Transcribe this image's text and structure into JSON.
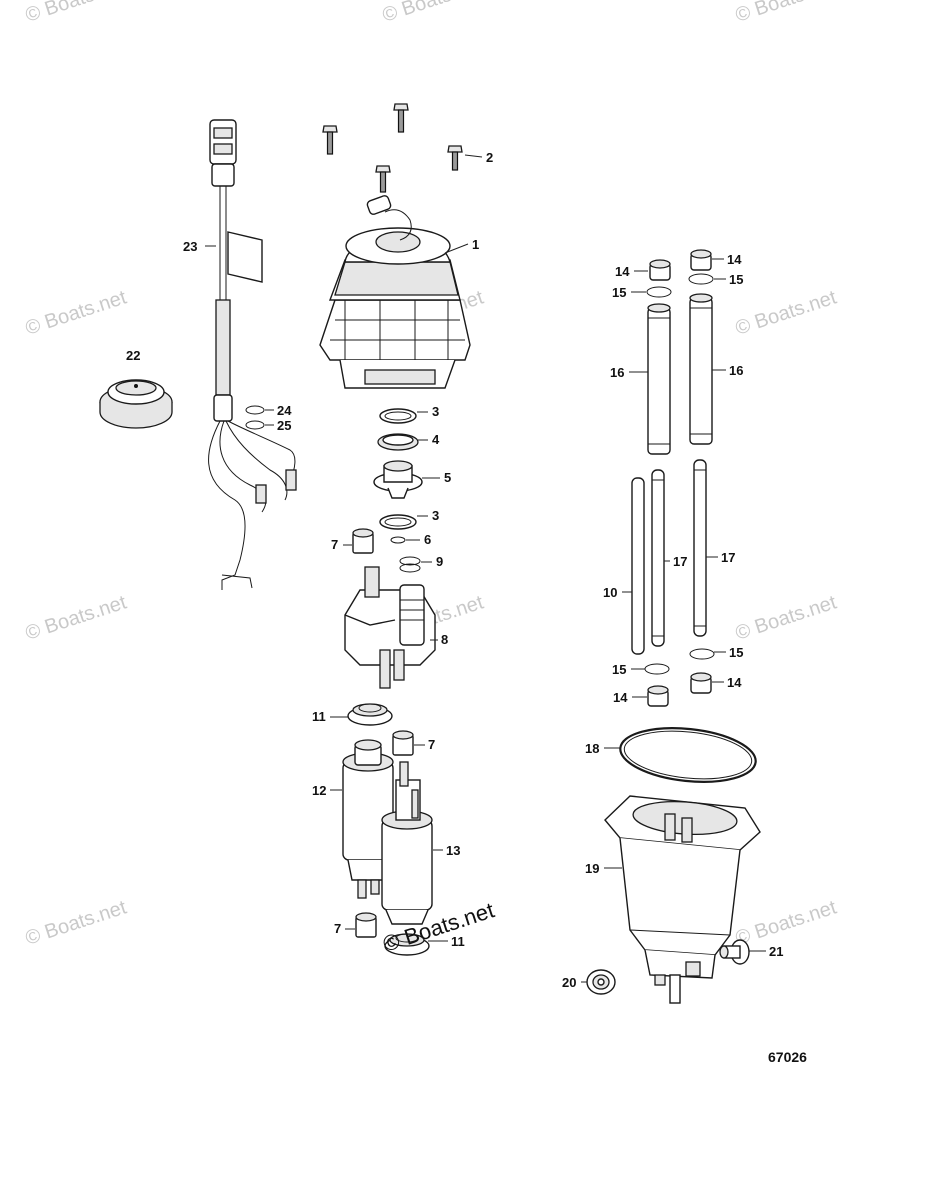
{
  "watermark": {
    "text": "© Boats.net"
  },
  "stamp": {
    "text": "© Boats.net"
  },
  "diagram_id": "67026",
  "callouts": {
    "c1": "1",
    "c2": "2",
    "c3a": "3",
    "c3b": "3",
    "c4": "4",
    "c5": "5",
    "c6": "6",
    "c7a": "7",
    "c7b": "7",
    "c7c": "7",
    "c8": "8",
    "c9": "9",
    "c10": "10",
    "c11a": "11",
    "c11b": "11",
    "c12": "12",
    "c13": "13",
    "c14a": "14",
    "c14b": "14",
    "c14c": "14",
    "c14d": "14",
    "c15a": "15",
    "c15b": "15",
    "c15c": "15",
    "c15d": "15",
    "c16a": "16",
    "c16b": "16",
    "c17a": "17",
    "c17b": "17",
    "c18": "18",
    "c19": "19",
    "c20": "20",
    "c21": "21",
    "c22": "22",
    "c23": "23",
    "c24": "24",
    "c25": "25"
  }
}
